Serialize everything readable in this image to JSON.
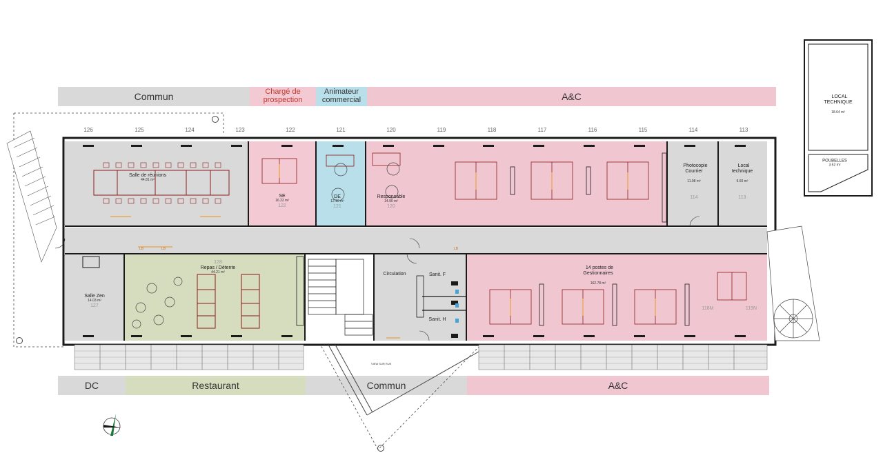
{
  "top_bands": [
    {
      "label": "Commun",
      "color": "#d9d9d9"
    },
    {
      "label": "Chargé de\nprospection",
      "color": "#f3c9d3"
    },
    {
      "label": "Animateur\ncommercial",
      "color": "#b9dfea"
    },
    {
      "label": "A&C",
      "color": "#f0c7d1"
    }
  ],
  "bottom_bands": [
    {
      "label": "DC",
      "color": "#d9d9d9"
    },
    {
      "label": "Restaurant",
      "color": "#d6ddbf"
    },
    {
      "label": "Commun",
      "color": "#d9d9d9"
    },
    {
      "label": "A&C",
      "color": "#f0c7d1"
    }
  ],
  "axis_numbers": [
    "126",
    "125",
    "124",
    "123",
    "122",
    "121",
    "120",
    "119",
    "118",
    "117",
    "116",
    "115",
    "114",
    "113"
  ],
  "rooms": {
    "reunion": {
      "name": "Salle de réunions",
      "area": "44.81 m²"
    },
    "se": {
      "name": "SE",
      "area": "16.22 m²",
      "code": "122"
    },
    "de": {
      "name": "DE",
      "area": "12.16 m²",
      "code": "121"
    },
    "responsable": {
      "name": "Responsable",
      "area": "14.90 m²",
      "code": "120"
    },
    "photocopie": {
      "name": "Photocopie\nCourrier",
      "area": "11.98 m²",
      "code": "114"
    },
    "local_tech_room": {
      "name": "Local\ntechnique",
      "area": "9.60 m²",
      "code": "113"
    },
    "zen": {
      "name": "Salle Zen",
      "area": "14.03 m²",
      "code": "127"
    },
    "repas": {
      "name": "Repas / Détente",
      "area": "44.21 m²",
      "code": "128"
    },
    "circulation": {
      "name": "Circulation"
    },
    "sanit_f": {
      "name": "Sanit. F"
    },
    "sanit_h": {
      "name": "Sanit. H"
    },
    "gestionnaires": {
      "name": "14 postes de\nGestionnaires",
      "area": "162.78 m²"
    },
    "c118m": {
      "code": "118M"
    },
    "c119n": {
      "code": "119N"
    }
  },
  "annex": {
    "local": {
      "name": "LOCAL\nTECHNIQUE",
      "area": "18.64 m²"
    },
    "poubelles": {
      "name": "POUBELLES",
      "area": "3.52 m²"
    }
  },
  "small_tags": {
    "lb": "LB",
    "vue": "VIEW SUR RUE"
  },
  "colors": {
    "commun": "#d9d9d9",
    "charge": "#f3c9d3",
    "animateur": "#b9dfea",
    "ac": "#f0c7d1",
    "restaurant": "#d6ddbf",
    "corridor": "#d9d9d9",
    "wall": "#1a1a1a",
    "furniture": "#8b1a1a",
    "accent": "#e8a040"
  }
}
